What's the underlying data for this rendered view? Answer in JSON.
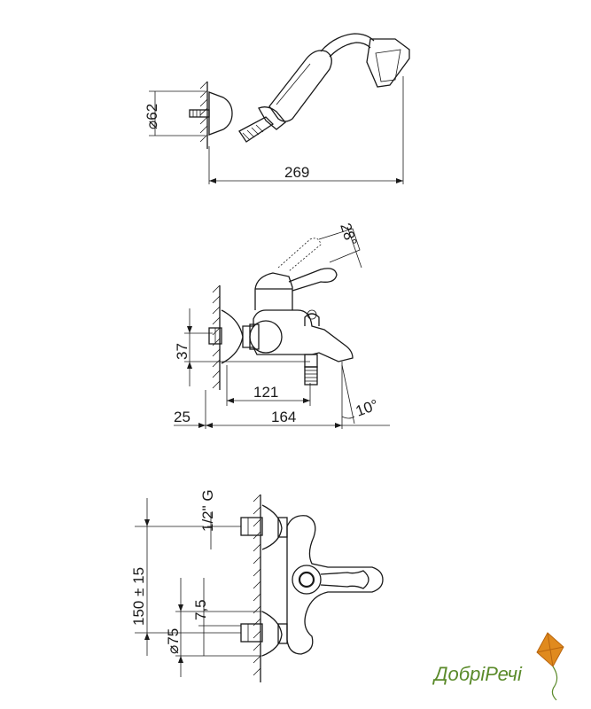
{
  "dimensions": {
    "diameter_shower": "⌀62",
    "length_shower": "269",
    "angle_top": "28°",
    "height_body": "37",
    "length_121": "121",
    "offset_25": "25",
    "length_164": "164",
    "angle_spout": "10°",
    "thread": "1/2\" G",
    "centers": "150 ± 15",
    "diameter_flange": "⌀75",
    "offset_75": "7,5"
  },
  "brand": {
    "name": "ДобріРечі",
    "accent_color": "#5a8a2a",
    "kite_color": "#e08a1e"
  }
}
